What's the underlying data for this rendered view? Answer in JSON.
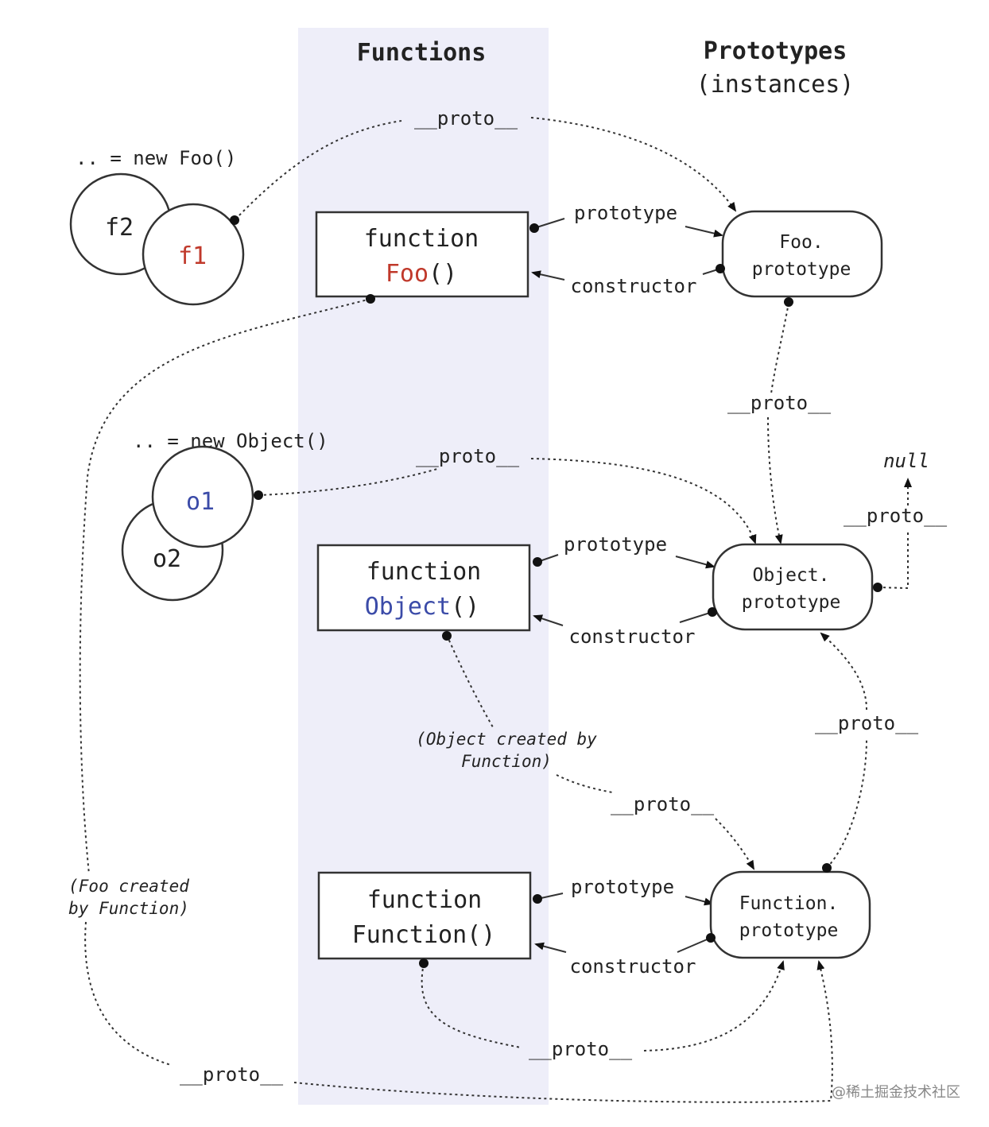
{
  "headers": {
    "functions": "Functions",
    "prototypes": "Prototypes",
    "instances": "(instances)"
  },
  "instances": {
    "new_foo": ".. = new Foo()",
    "f1": "f1",
    "f2": "f2",
    "new_object": ".. = new Object()",
    "o1": "o1",
    "o2": "o2"
  },
  "functions": {
    "keyword": "function",
    "foo_name": "Foo",
    "object_name": "Object",
    "function_line": "Function()",
    "parens": "()"
  },
  "prototypes": {
    "foo_line1": "Foo.",
    "object_line1": "Object.",
    "function_line1": "Function.",
    "line2": "prototype"
  },
  "links": {
    "proto": "__proto__",
    "prototype": "prototype",
    "constructor": "constructor",
    "null": "null"
  },
  "notes": {
    "object_created_1": "(Object created by",
    "object_created_2": "Function)",
    "foo_created_1": "(Foo created",
    "foo_created_2": "by Function)"
  },
  "watermark": "@稀土掘金技术社区",
  "colors": {
    "band": "#eeeef9",
    "foo": "#c0392b",
    "object": "#3b4ba8"
  }
}
